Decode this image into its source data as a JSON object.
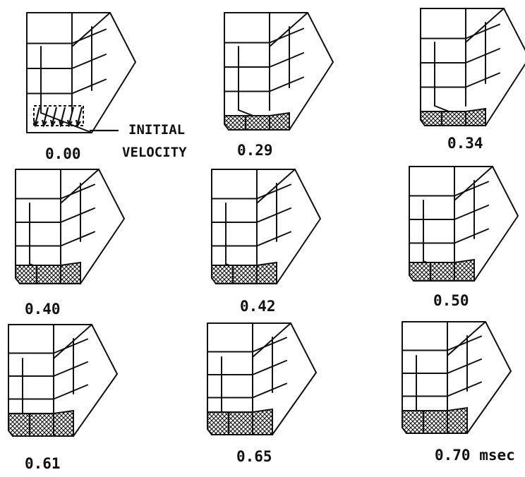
{
  "panels": [
    {
      "label": "0.00",
      "crushed": 0,
      "initial_velocity": true
    },
    {
      "label": "0.29",
      "crushed": 1
    },
    {
      "label": "0.34",
      "crushed": 1
    },
    {
      "label": "0.40",
      "crushed": 2
    },
    {
      "label": "0.42",
      "crushed": 2
    },
    {
      "label": "0.50",
      "crushed": 2
    },
    {
      "label": "0.61",
      "crushed": 3
    },
    {
      "label": "0.65",
      "crushed": 3
    },
    {
      "label": "0.70 msec",
      "crushed": 3
    }
  ],
  "initial_velocity_label_line1": "INITIAL",
  "initial_velocity_label_line2": "VELOCITY",
  "colors": {
    "stroke": "#111111",
    "background": "#ffffff"
  }
}
